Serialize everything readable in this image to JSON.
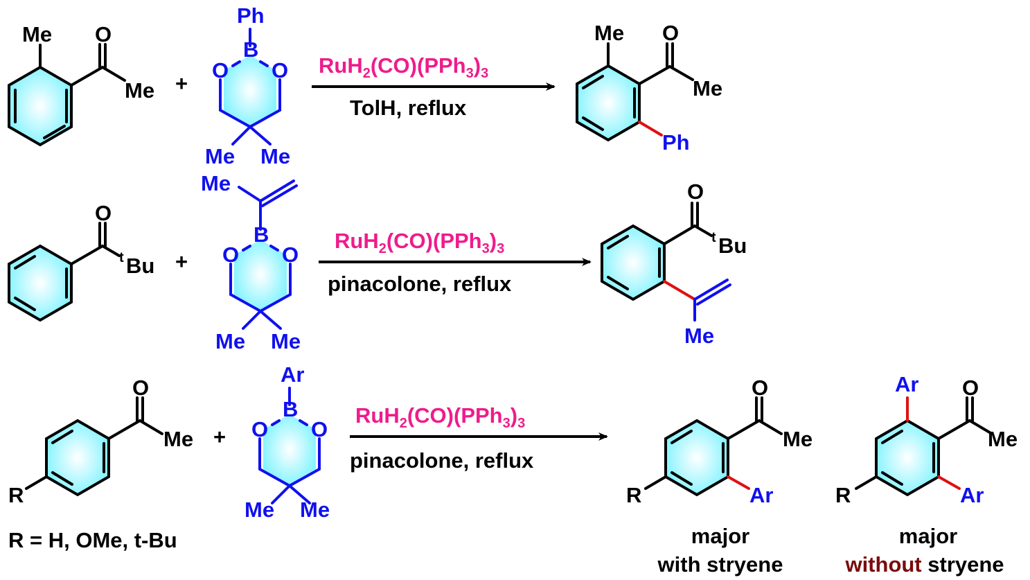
{
  "reactions": [
    {
      "reagent_top": "RuH",
      "reagent_sub2": "2",
      "reagent_mid": "(CO)(PPh",
      "reagent_sub3": "3",
      "reagent_end": ")",
      "reagent_sub3b": "3",
      "conditions": "TolH, reflux",
      "plus": "+",
      "substrate_labels": [
        "Me",
        "O",
        "Me"
      ],
      "boronate_labels": [
        "Ph",
        "B",
        "O",
        "O",
        "Me",
        "Me"
      ],
      "product_labels": [
        "Me",
        "O",
        "Me",
        "Ph"
      ]
    },
    {
      "reagent_top": "RuH",
      "reagent_sub2": "2",
      "reagent_mid": "(CO)(PPh",
      "reagent_sub3": "3",
      "reagent_end": ")",
      "reagent_sub3b": "3",
      "conditions": "pinacolone, reflux",
      "plus": "+",
      "substrate_labels": [
        "O",
        "t",
        "Bu"
      ],
      "boronate_labels": [
        "Me",
        "B",
        "O",
        "O",
        "Me",
        "Me"
      ],
      "product_labels": [
        "O",
        "t",
        "Bu",
        "Me"
      ]
    },
    {
      "reagent_top": "RuH",
      "reagent_sub2": "2",
      "reagent_mid": "(CO)(PPh",
      "reagent_sub3": "3",
      "reagent_end": ")",
      "reagent_sub3b": "3",
      "conditions": "pinacolone, reflux",
      "plus": "+",
      "substrate_labels": [
        "O",
        "Me",
        "R"
      ],
      "boronate_labels": [
        "Ar",
        "B",
        "O",
        "O",
        "Me",
        "Me"
      ],
      "product_a_labels": [
        "O",
        "Me",
        "R",
        "Ar"
      ],
      "product_b_labels": [
        "Ar",
        "O",
        "Me",
        "R",
        "Ar"
      ]
    }
  ],
  "r_definition": "R = H, OMe, t-Bu",
  "caption_a": {
    "line1": "major",
    "line2": "with stryene"
  },
  "caption_b": {
    "line1": "major",
    "line2_highlight": "without",
    "line2_rest": " stryene"
  },
  "colors": {
    "ring_fill": "#7ff3ff",
    "bond_black": "#000000",
    "bond_blue": "#1010ee",
    "bond_red": "#e01010",
    "reagent_magenta": "#ee1c8c",
    "highlight_darkred": "#7a0c0c"
  }
}
